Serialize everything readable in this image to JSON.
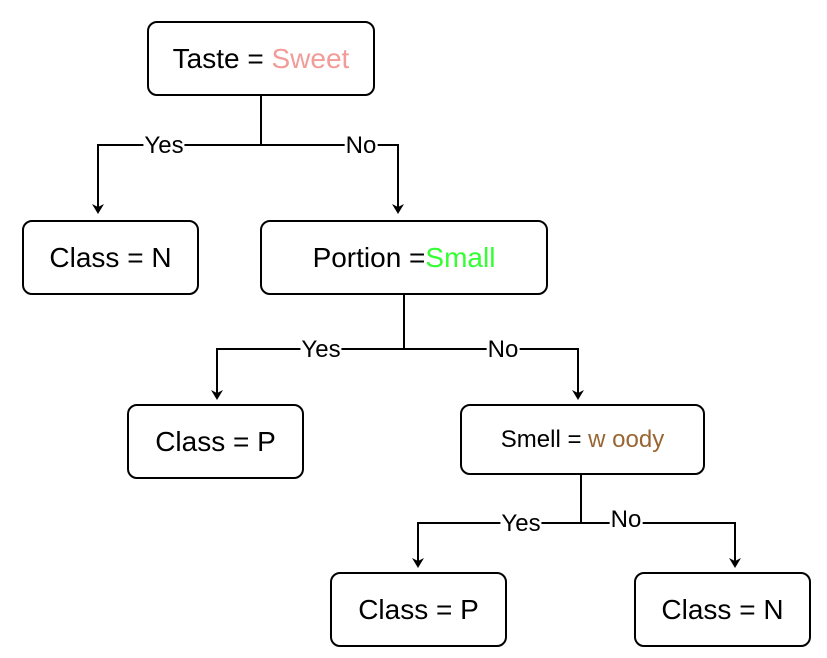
{
  "colors": {
    "sweet": "#F19C99",
    "small": "#33FF33",
    "woody": "#996633",
    "line": "#000000"
  },
  "nodes": {
    "root": {
      "prefix": "Taste = ",
      "value": "Sweet"
    },
    "portion": {
      "prefix": "Portion =",
      "value": "Small"
    },
    "smell": {
      "prefix": "Smell = ",
      "value": "w oody"
    },
    "leaf1": {
      "text": "Class = N"
    },
    "leaf2": {
      "text": "Class = P"
    },
    "leaf3": {
      "text": "Class = P"
    },
    "leaf4": {
      "text": "Class = N"
    }
  },
  "edges": {
    "root_yes": "Yes",
    "root_no": "No",
    "portion_yes": "Yes",
    "portion_no": "No",
    "smell_yes": "Yes",
    "smell_no": "No"
  }
}
